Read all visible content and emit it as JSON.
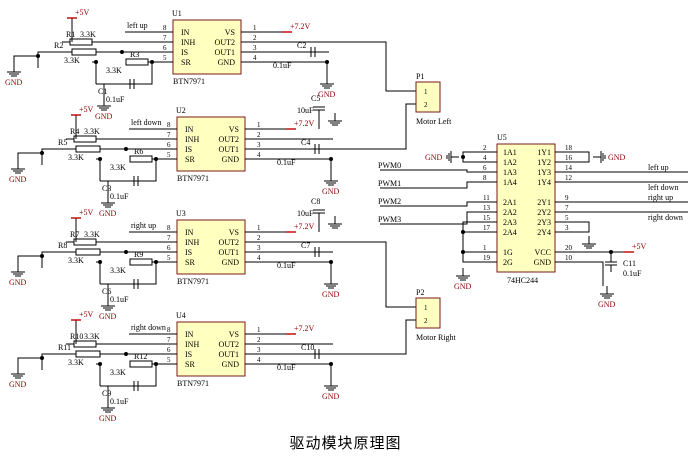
{
  "caption": "驱动模块原理图",
  "power": {
    "vcc7": "+7.2V",
    "vcc5": "+5V",
    "gnd": "GND"
  },
  "driver_pins": {
    "in": "IN",
    "inh": "INH",
    "is": "IS",
    "sr": "SR",
    "vs": "VS",
    "out2": "OUT2",
    "out1": "OUT1",
    "gnd": "GND"
  },
  "pin_numbers": {
    "left": [
      "8",
      "7",
      "6",
      "5"
    ],
    "right": [
      "1",
      "2",
      "3",
      "4"
    ]
  },
  "drivers": [
    {
      "ref": "U1",
      "part": "BTN7971",
      "signal": "left up",
      "ra": "R1",
      "ra_val": "3.3K",
      "rb": "R2",
      "rb_val": "3.3K",
      "rc": "R3",
      "rc_val": "3.3K",
      "c": "C1",
      "c_val": "0.1uF",
      "cout": "C2",
      "cout_val": "0.1uF"
    },
    {
      "ref": "U2",
      "part": "BTN7971",
      "signal": "left down",
      "ra": "R4",
      "ra_val": "3.3K",
      "rb": "R5",
      "rb_val": "3.3K",
      "rc": "R6",
      "rc_val": "3.3K",
      "c": "C3",
      "c_val": "0.1uF",
      "cout": "C4",
      "cout_val": "0.1uF",
      "cbulk": "C5",
      "cbulk_val": "10uF"
    },
    {
      "ref": "U3",
      "part": "BTN7971",
      "signal": "right up",
      "ra": "R7",
      "ra_val": "3.3K",
      "rb": "R8",
      "rb_val": "3.3K",
      "rc": "R9",
      "rc_val": "3.3K",
      "c": "C6",
      "c_val": "0.1uF",
      "cout": "C7",
      "cout_val": "0.1uF",
      "cbulk": "C8",
      "cbulk_val": "10uF"
    },
    {
      "ref": "U4",
      "part": "BTN7971",
      "signal": "right down",
      "ra": "R10",
      "ra_val": "3.3K",
      "rb": "R11",
      "rb_val": "3.3K",
      "rc": "R12",
      "rc_val": "3.3K",
      "c": "C9",
      "c_val": "0.1uF",
      "cout": "C10",
      "cout_val": "0.1uF"
    }
  ],
  "connectors": [
    {
      "ref": "P1",
      "name": "Motor Left",
      "pins": [
        "1",
        "2"
      ]
    },
    {
      "ref": "P2",
      "name": "Motor Right",
      "pins": [
        "1",
        "2"
      ]
    }
  ],
  "buffer": {
    "ref": "U5",
    "part": "74HC244",
    "inputs": [
      "PWM0",
      "PWM1",
      "PWM2",
      "PWM3"
    ],
    "outputs": [
      "left up",
      "left down",
      "right up",
      "right down"
    ],
    "left_pins": [
      {
        "name": "1A1",
        "num": "2"
      },
      {
        "name": "1A2",
        "num": "4"
      },
      {
        "name": "1A3",
        "num": "6"
      },
      {
        "name": "1A4",
        "num": "8"
      },
      {
        "name": "2A1",
        "num": "11"
      },
      {
        "name": "2A2",
        "num": "13"
      },
      {
        "name": "2A3",
        "num": "15"
      },
      {
        "name": "2A4",
        "num": "17"
      },
      {
        "name": "1G",
        "num": "1"
      },
      {
        "name": "2G",
        "num": "19"
      }
    ],
    "right_pins": [
      {
        "name": "1Y1",
        "num": "18"
      },
      {
        "name": "1Y2",
        "num": "16"
      },
      {
        "name": "1Y3",
        "num": "14"
      },
      {
        "name": "1Y4",
        "num": "12"
      },
      {
        "name": "2Y1",
        "num": "9"
      },
      {
        "name": "2Y2",
        "num": "7"
      },
      {
        "name": "2Y3",
        "num": "5"
      },
      {
        "name": "2Y4",
        "num": "3"
      },
      {
        "name": "VCC",
        "num": "20"
      },
      {
        "name": "GND",
        "num": "10"
      }
    ],
    "decoupling": {
      "ref": "C11",
      "value": "0.1uF"
    }
  }
}
